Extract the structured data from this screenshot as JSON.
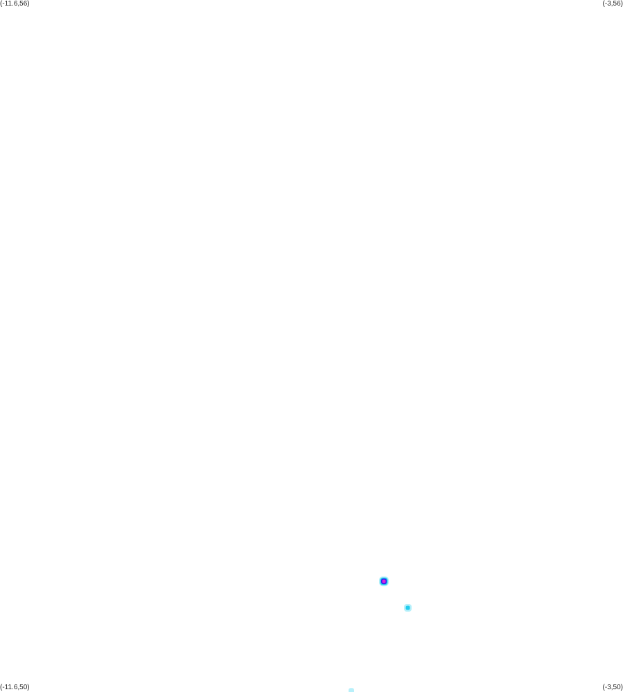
{
  "corners": {
    "top_left": "(-11.6,56)",
    "top_right": "(-3,56)",
    "bottom_left": "(-11.6,50)",
    "bottom_right": "(-3,50)"
  },
  "extent": {
    "lon_min": -11.6,
    "lon_max": -3,
    "lat_min": 50,
    "lat_max": 56
  },
  "colors": {
    "background": "#ffffff",
    "cyan_light": "#b8f0fa",
    "cyan": "#22ccee",
    "blue": "#3322ee",
    "magenta": "#dd22dd"
  },
  "points": [
    {
      "lon": -6.3,
      "lat": 50.96,
      "level": "magenta"
    },
    {
      "lon": -5.97,
      "lat": 50.73,
      "level": "cyan"
    },
    {
      "lon": -6.75,
      "lat": 50.01,
      "level": "cyan_light"
    }
  ]
}
